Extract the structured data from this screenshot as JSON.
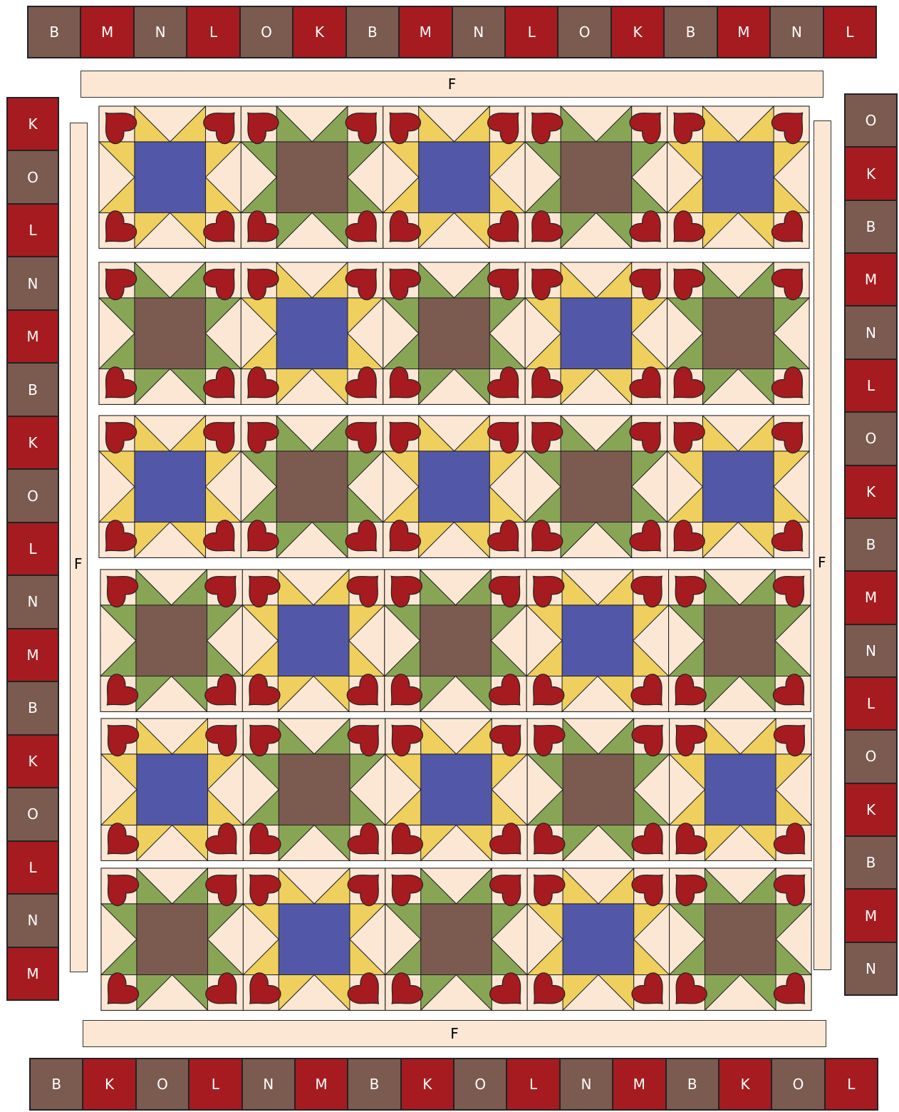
{
  "colors": {
    "brown": "#7b5a50",
    "red": "#a61b1f",
    "cream": "#fbe7d4",
    "blue": "#5257a7",
    "green": "#88a555",
    "yellow": "#efcf5d",
    "heart": "#a61b1f",
    "outline": "#222222"
  },
  "top_border": [
    "B",
    "M",
    "N",
    "L",
    "O",
    "K",
    "B",
    "M",
    "N",
    "L",
    "O",
    "K",
    "B",
    "M",
    "N",
    "L"
  ],
  "bottom_border": [
    "B",
    "K",
    "O",
    "L",
    "N",
    "M",
    "B",
    "K",
    "O",
    "L",
    "N",
    "M",
    "B",
    "K",
    "O",
    "L"
  ],
  "left_border": [
    "K",
    "O",
    "L",
    "N",
    "M",
    "B",
    "K",
    "O",
    "L",
    "N",
    "M",
    "B",
    "K",
    "O",
    "L",
    "N",
    "M"
  ],
  "right_border": [
    "O",
    "K",
    "B",
    "M",
    "N",
    "L",
    "O",
    "K",
    "B",
    "M",
    "N",
    "L",
    "O",
    "K",
    "B",
    "M",
    "N"
  ],
  "sashing": {
    "top": "F",
    "bottom": "F",
    "left": "F",
    "right": "F"
  },
  "block_rows": [
    [
      "blue",
      "brown",
      "blue",
      "brown",
      "blue"
    ],
    [
      "brown",
      "blue",
      "brown",
      "blue",
      "brown"
    ],
    [
      "blue",
      "brown",
      "blue",
      "brown",
      "blue"
    ],
    [
      "brown",
      "blue",
      "brown",
      "blue",
      "brown"
    ],
    [
      "blue",
      "brown",
      "blue",
      "brown",
      "blue"
    ],
    [
      "brown",
      "blue",
      "brown",
      "blue",
      "brown"
    ]
  ],
  "block_star_color": {
    "blue": "yellow",
    "brown": "green"
  }
}
